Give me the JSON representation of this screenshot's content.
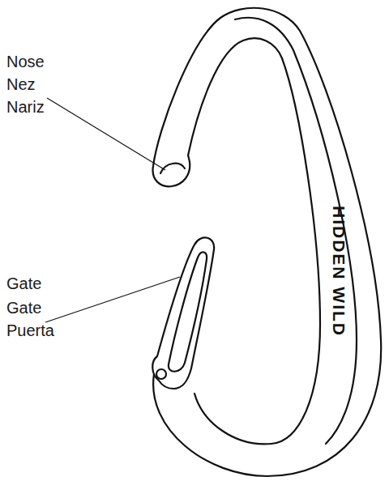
{
  "diagram": {
    "labels": [
      "Nose",
      "Nez",
      "Nariz",
      "Gate",
      "Gate",
      "Puerta",
      "HIDDEN WILD"
    ]
  }
}
